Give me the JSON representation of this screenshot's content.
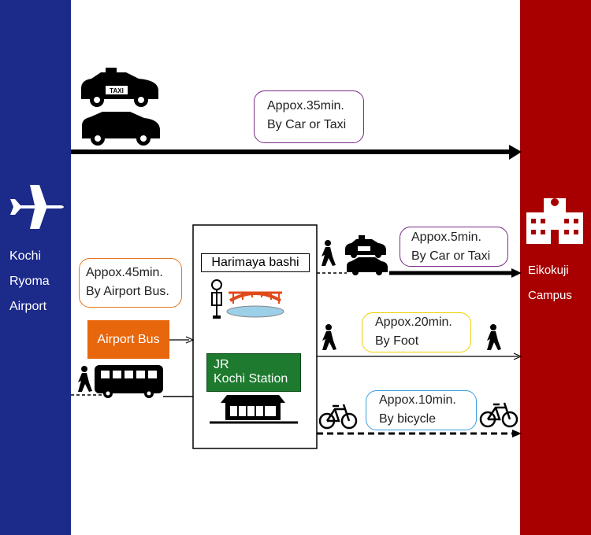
{
  "origin": {
    "line1": "Kochi",
    "line2": "Ryoma",
    "line3": "Airport",
    "color": "#1c2a8a"
  },
  "destination": {
    "line1": "Eikokuji",
    "line2": "Campus",
    "color": "#a80000"
  },
  "routes": {
    "car_direct": {
      "line1": "Appox.35min.",
      "line2": "By Car or Taxi",
      "border": "#7a2a8a"
    },
    "airport_bus": {
      "line1": "Appox.45min.",
      "line2": "By Airport Bus.",
      "border": "#e87722"
    },
    "car_short": {
      "line1": "Appox.5min.",
      "line2": "By Car or Taxi",
      "border": "#7a2a8a"
    },
    "foot": {
      "line1": "Appox.20min.",
      "line2": "By Foot",
      "border": "#f0d000"
    },
    "bicycle": {
      "line1": "Appox.10min.",
      "line2": "By bicycle",
      "border": "#3aa0e0"
    }
  },
  "airport_bus_button": {
    "label": "Airport Bus",
    "color": "#e8660c"
  },
  "stops": {
    "harimaya": {
      "label": "Harimaya bashi"
    },
    "jr_station": {
      "line1": "JR",
      "line2": "Kochi Station",
      "color": "#1e7a2e"
    }
  },
  "taxi_sign": "TAXI",
  "icons": [
    "airplane-icon",
    "taxi-icon",
    "car-icon",
    "pedestrian-icon",
    "bus-icon",
    "bus-stop-icon",
    "bridge-icon",
    "station-icon",
    "bicycle-icon",
    "campus-building-icon"
  ]
}
